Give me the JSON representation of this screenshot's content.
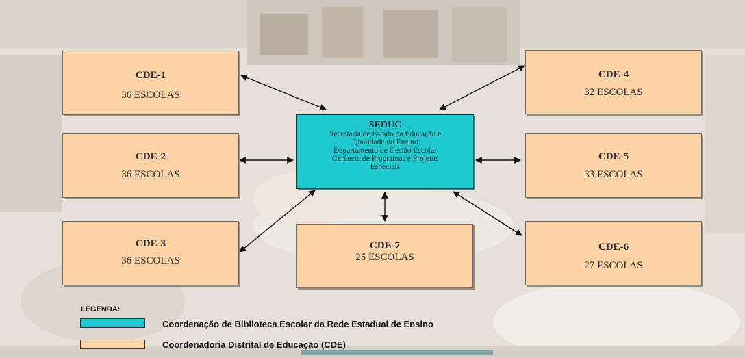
{
  "seduc": {
    "title": "SEDUC",
    "lines": [
      "Secretaria de Estado da Educação e",
      "Qualidade do Ensino",
      "Departamento de Gestão Escolar",
      "Gerência de Programas e Projetos",
      "Especiais"
    ]
  },
  "cdes": [
    {
      "name": "CDE-1",
      "schools": "36 ESCOLAS"
    },
    {
      "name": "CDE-2",
      "schools": "36 ESCOLAS"
    },
    {
      "name": "CDE-3",
      "schools": "36 ESCOLAS"
    },
    {
      "name": "CDE-4",
      "schools": "32 ESCOLAS"
    },
    {
      "name": "CDE-5",
      "schools": "33 ESCOLAS"
    },
    {
      "name": "CDE-6",
      "schools": "27 ESCOLAS"
    },
    {
      "name": "CDE-7",
      "schools": "25 ESCOLAS"
    }
  ],
  "legend": {
    "title": "LEGENDA:",
    "items": [
      {
        "label": "Coordenação de Biblioteca Escolar da Rede Estadual de Ensino",
        "color": "#1fc8cf"
      },
      {
        "label": "Coordenadoria Distrital de Educação (CDE)",
        "color": "#fbd3a7"
      }
    ]
  }
}
